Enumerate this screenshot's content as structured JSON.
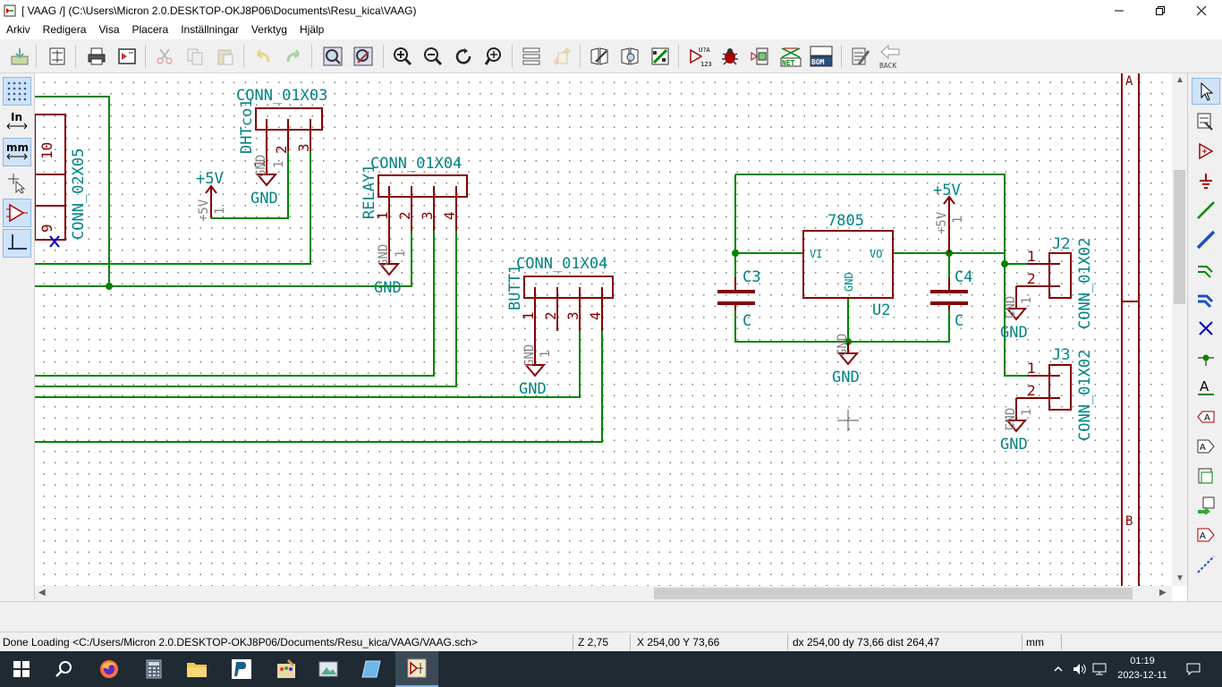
{
  "window": {
    "title": "[ VAAG /] (C:\\Users\\Micron 2.0.DESKTOP-OKJ8P06\\Documents\\Resu_kica\\VAAG)"
  },
  "menu": [
    "Arkiv",
    "Redigera",
    "Visa",
    "Placera",
    "Inställningar",
    "Verktyg",
    "Hjälp"
  ],
  "toolbar": {
    "icons": [
      "new-sheet-icon",
      "page-settings-icon",
      "print-icon",
      "plot-icon",
      "cut-icon",
      "copy-icon",
      "paste-icon",
      "undo-icon",
      "redo-icon",
      "find-icon",
      "find-replace-icon",
      "zoom-in-icon",
      "zoom-out-icon",
      "redraw-icon",
      "zoom-fit-icon",
      "hierarchy-icon",
      "leave-sheet-icon",
      "library-editor-icon",
      "library-browser-icon",
      "footprint-assign-icon",
      "annotate-icon",
      "erc-icon",
      "netlist-icon",
      "cvpcb-icon",
      "bom-icon",
      "edit-fields-icon",
      "back-icon"
    ],
    "annotate_label": "U?A",
    "annotate_sub": "123",
    "net_label": "NET",
    "bom_label": "BOM",
    "back_label": "BACK"
  },
  "left_tools": {
    "inch_label": "In",
    "mm_label": "mm"
  },
  "schematic": {
    "frame_letters": [
      "A",
      "B"
    ],
    "components": {
      "conn_02x05": {
        "value": "CONN_02X05",
        "pins": [
          "10",
          "9"
        ]
      },
      "dht": {
        "ref": "DHTco1",
        "value": "CONN_01X03",
        "pins": [
          "1",
          "2",
          "3"
        ]
      },
      "relay": {
        "ref": "RELAY1",
        "value": "CONN_01X04",
        "pins": [
          "1",
          "2",
          "3",
          "4"
        ]
      },
      "butt": {
        "ref": "BUTT1",
        "value": "CONN_01X04",
        "pins": [
          "1",
          "2",
          "3",
          "4"
        ]
      },
      "regulator": {
        "value": "7805",
        "ref": "U2",
        "pin_vi": "VI",
        "pin_vo": "VO",
        "pin_gnd": "GND"
      },
      "c3": {
        "ref": "C3",
        "value": "C"
      },
      "c4": {
        "ref": "C4",
        "value": "C"
      },
      "j2": {
        "ref": "J2",
        "value": "CONN_01X02",
        "pins": [
          "1",
          "2"
        ]
      },
      "j3": {
        "ref": "J3",
        "value": "CONN_01X02",
        "pins": [
          "1",
          "2"
        ]
      }
    },
    "power": {
      "v5_label": "+5V",
      "gnd_label": "GND",
      "pin_one": "1"
    }
  },
  "right_tools": [
    "select-icon",
    "hierarchy-nav-icon",
    "add-component-icon",
    "add-power-icon",
    "add-wire-icon",
    "add-bus-icon",
    "wire-to-bus-icon",
    "bus-to-bus-icon",
    "no-connect-icon",
    "junction-icon",
    "net-label-icon",
    "global-label-icon",
    "hierarchical-label-icon",
    "hierarchical-sheet-icon",
    "import-sheet-pin-icon",
    "sheet-pin-icon",
    "graphic-line-icon"
  ],
  "right_text_label": "A",
  "status": {
    "message": "Done Loading <C:/Users/Micron 2.0.DESKTOP-OKJ8P06/Documents/Resu_kica/VAAG/VAAG.sch>",
    "zoom": "Z 2,75",
    "coords": "X 254,00  Y 73,66",
    "delta": "dx 254,00  dy 73,66  dist 264,47",
    "units": "mm"
  },
  "taskbar": {
    "time": "01:19",
    "date": "2023-12-11"
  },
  "colors": {
    "wire": "#008400",
    "component": "#840000",
    "label": "#008484",
    "power": "#840000",
    "junction": "#008400",
    "pin_text": "#840000",
    "pin_name_gray": "#848484",
    "noconnect": "#0000c2"
  }
}
